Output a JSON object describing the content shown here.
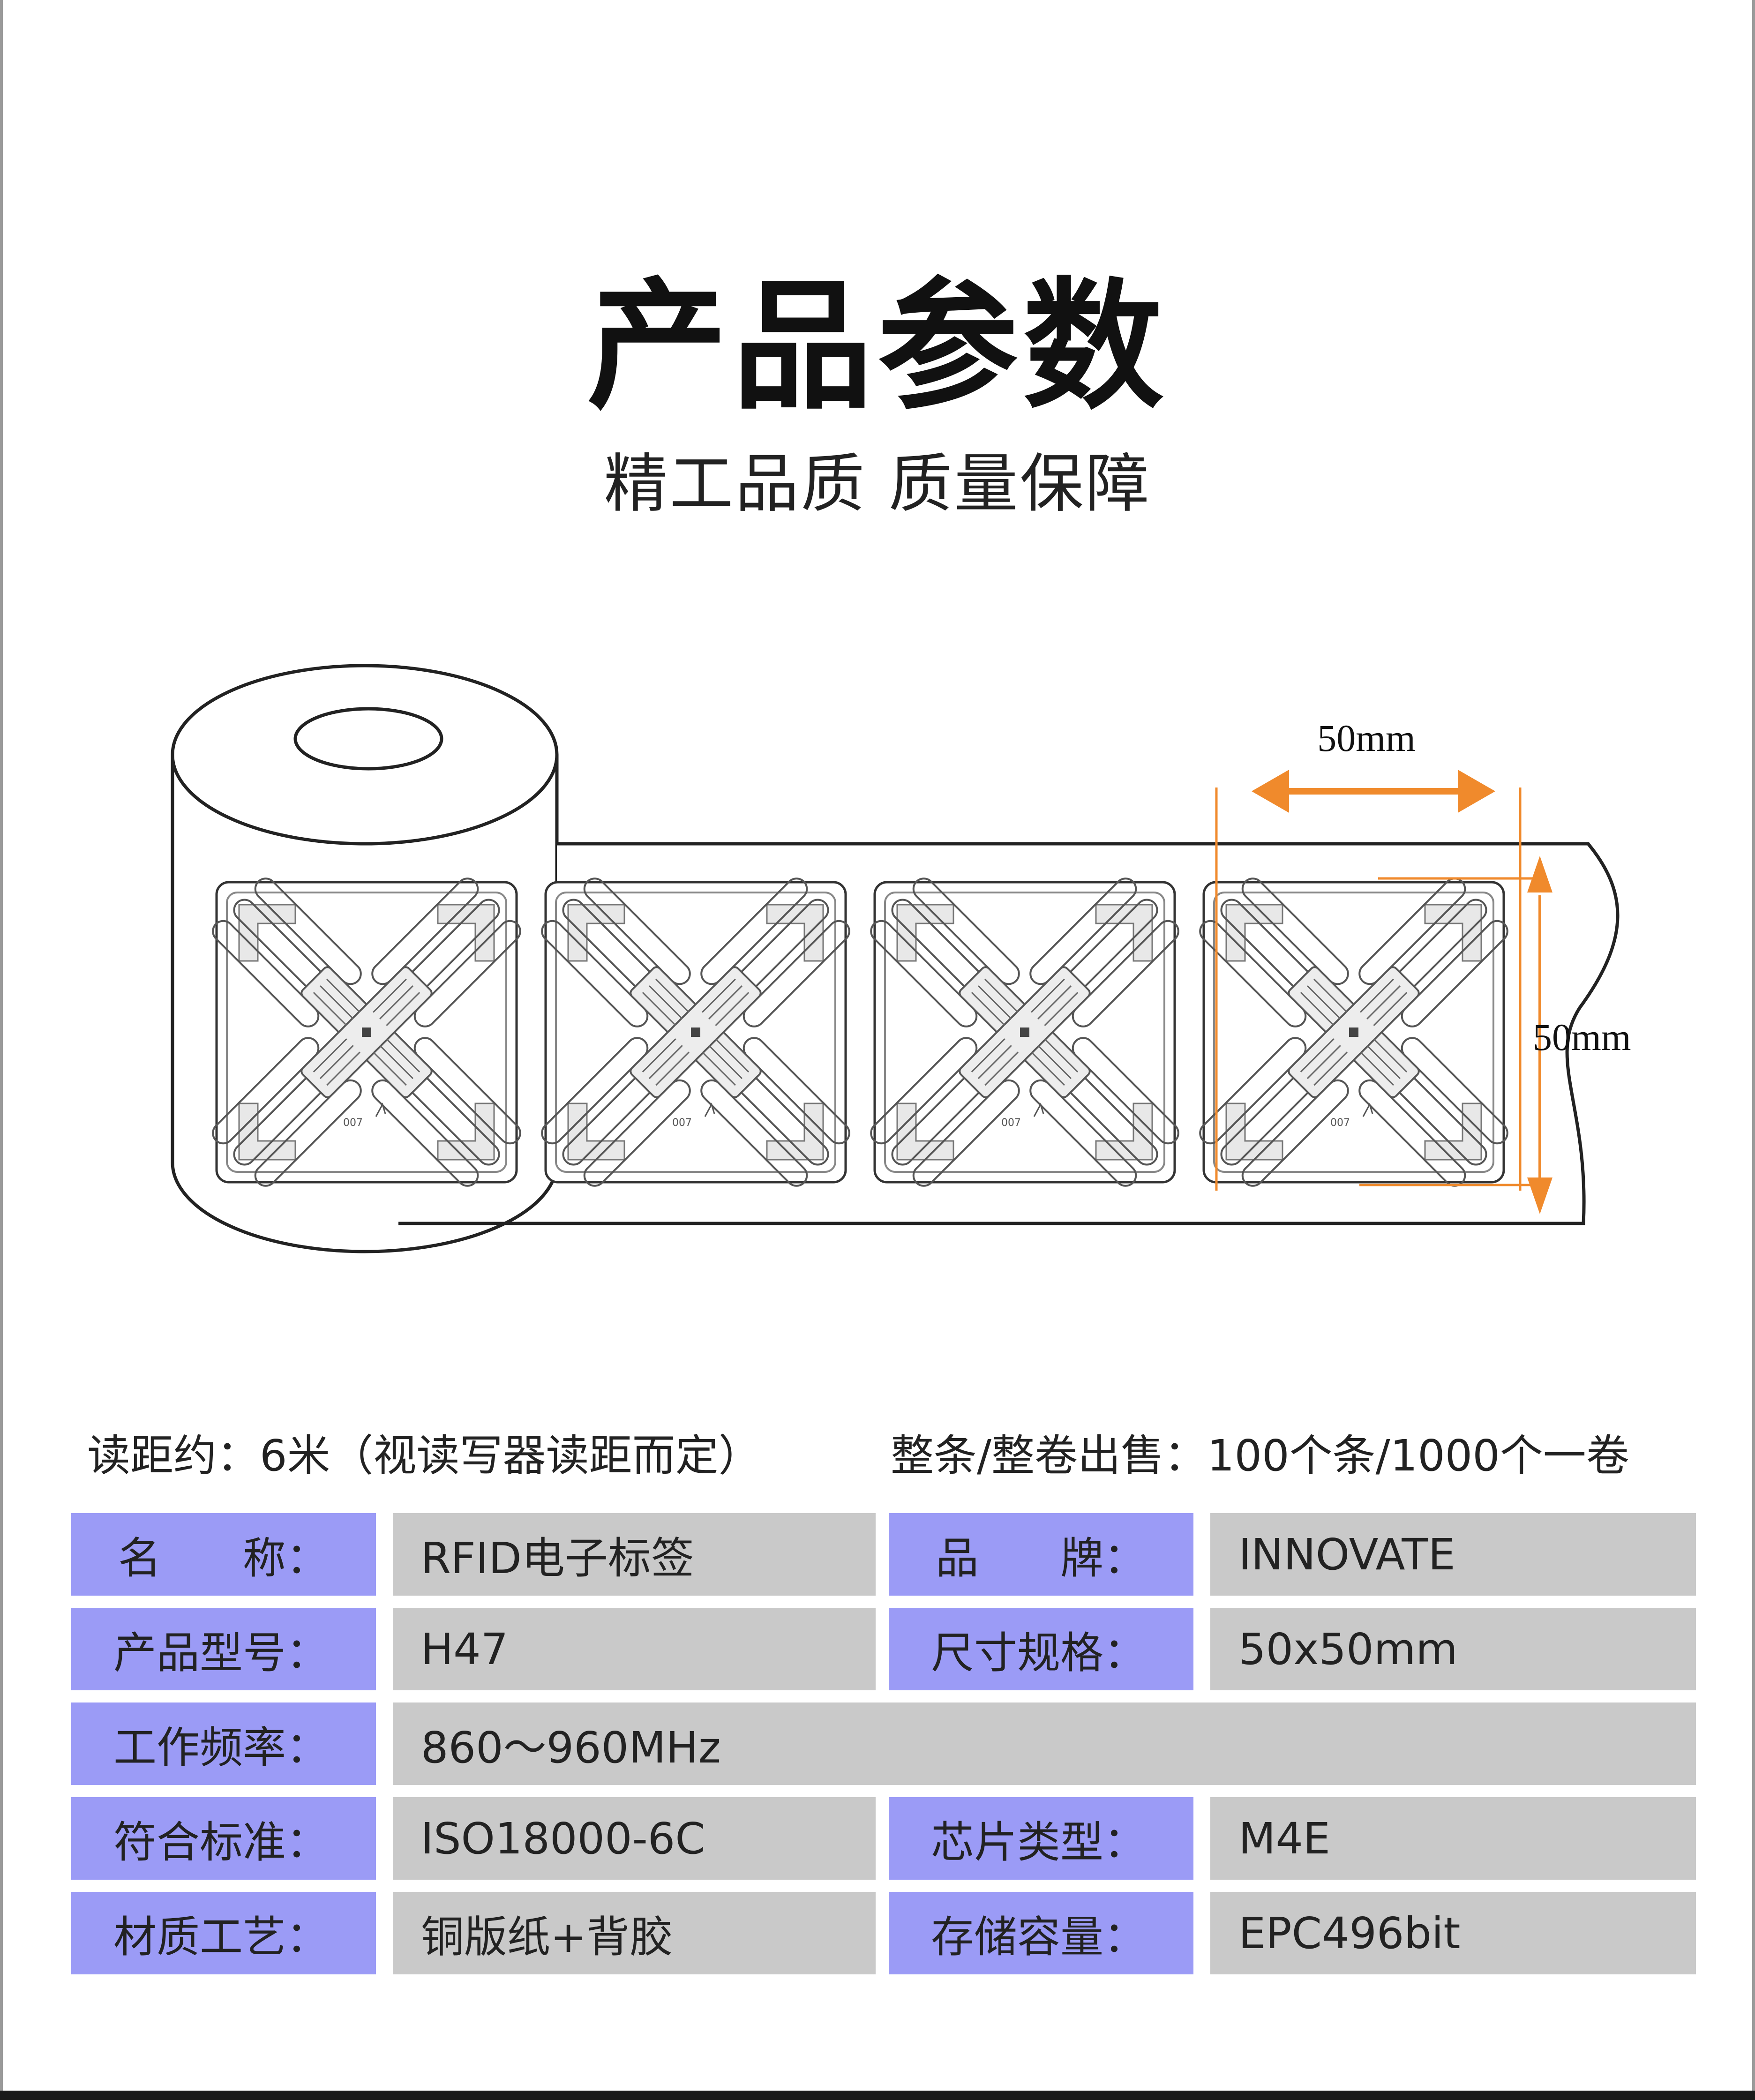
{
  "title": "产品参数",
  "subtitle": "精工品质 质量保障",
  "diagram": {
    "width_label": "50mm",
    "height_label": "50mm",
    "tag_count": 4,
    "accent_color": "#f08a2c",
    "tag_marking": "007"
  },
  "info": {
    "left": "读距约：6米（视读写器读距而定）",
    "right": "整条/整卷出售：100个条/1000个一卷"
  },
  "specs": {
    "name_label_a": "名",
    "name_label_b": "称：",
    "name_value": "RFID电子标签",
    "brand_label_a": "品",
    "brand_label_b": "牌：",
    "brand_value": "INNOVATE",
    "model_label": "产品型号：",
    "model_value": "H47",
    "size_label": "尺寸规格：",
    "size_value": "50x50mm",
    "freq_label": "工作频率：",
    "freq_value": "860～960MHz",
    "standard_label": "符合标准：",
    "standard_value": "ISO18000-6C",
    "chip_label": "芯片类型：",
    "chip_value": "M4E",
    "material_label": "材质工艺：",
    "material_value": "铜版纸+背胶",
    "storage_label": "存储容量：",
    "storage_value": "EPC496bit"
  },
  "colors": {
    "label_bg": "#9b9bf6",
    "value_bg": "#c9c9c9",
    "accent": "#f08a2c"
  }
}
